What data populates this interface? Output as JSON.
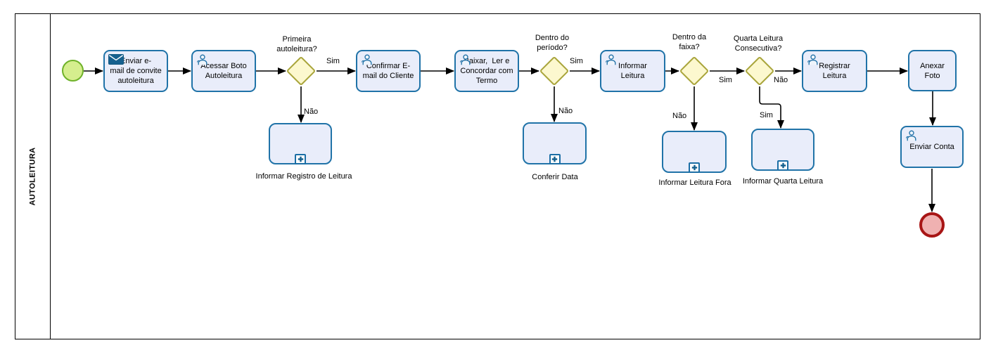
{
  "diagram": {
    "lane_label": "AUTOLEITURA"
  },
  "tasks": [
    {
      "id": "enviar-email-convite",
      "label": "Enviar e-\nmail de convite\nautoleitura",
      "icon": "mail-icon"
    },
    {
      "id": "acessar-boto-autoleitura",
      "label": "Acessar Boto\nAutoleitura",
      "icon": "user-icon"
    },
    {
      "id": "confirmar-email-cliente",
      "label": "Confirmar E-\nmail do Cliente",
      "icon": "user-icon"
    },
    {
      "id": "baixar-ler-concordar-termo",
      "label": "Baixar,  Ler e\nConcordar com\nTermo",
      "icon": "user-icon"
    },
    {
      "id": "informar-leitura",
      "label": "Informar\nLeitura",
      "icon": "user-icon"
    },
    {
      "id": "registrar-leitura",
      "label": "Registrar\nLeitura",
      "icon": "user-icon"
    },
    {
      "id": "anexar-foto",
      "label": "Anexar\nFoto",
      "icon": null
    },
    {
      "id": "enviar-conta",
      "label": "Enviar Conta",
      "icon": "user-icon"
    }
  ],
  "gateways": [
    {
      "id": "primeira-autoleitura",
      "label": "Primeira\nautoleitura?",
      "sim": "Sim",
      "nao": "Não"
    },
    {
      "id": "dentro-do-periodo",
      "label": "Dentro do\nperíodo?",
      "sim": "Sim",
      "nao": "Não"
    },
    {
      "id": "dentro-da-faixa",
      "label": "Dentro da\nfaixa?",
      "sim": "Sim",
      "nao": "Não"
    },
    {
      "id": "quarta-leitura-consecutiva",
      "label": "Quarta Leitura\nConsecutiva?",
      "sim": "Sim",
      "nao": "Não"
    }
  ],
  "subprocesses": [
    {
      "id": "informar-registro-leitura",
      "label": "Informar Registro de Leitura"
    },
    {
      "id": "conferir-data",
      "label": "Conferir Data"
    },
    {
      "id": "informar-leitura-fora",
      "label": "Informar Leitura Fora"
    },
    {
      "id": "informar-quarta-leitura",
      "label": "Informar Quarta Leitura"
    }
  ],
  "colors": {
    "task_fill": "#e9edfa",
    "task_border": "#2073a8",
    "gateway_fill": "#fcf8cf",
    "gateway_border": "#a9a53b",
    "start_fill": "#d5ee8e",
    "start_border": "#6fb22a",
    "end_fill": "#f0b1b1",
    "end_border": "#a81515",
    "icon_color": "#16618f",
    "flow_color": "#000000"
  }
}
